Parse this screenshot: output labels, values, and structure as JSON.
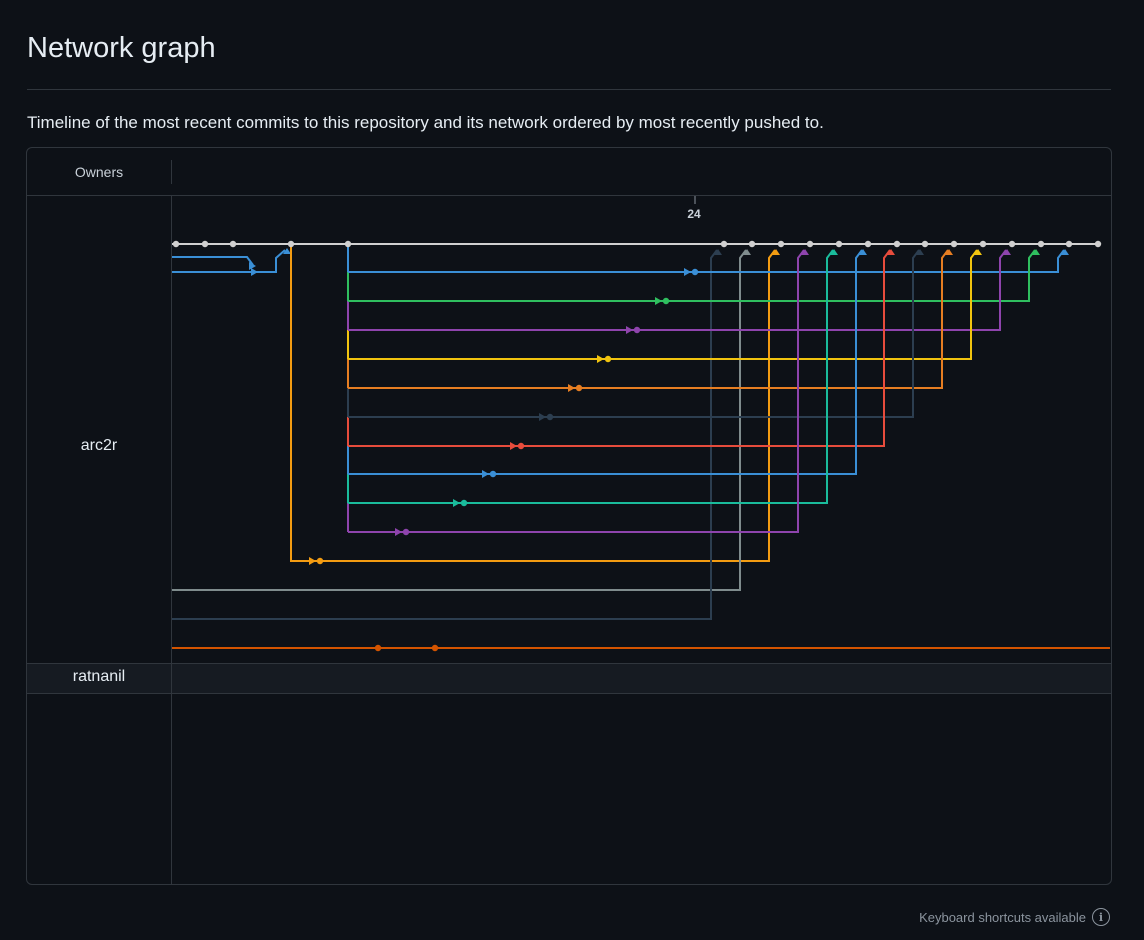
{
  "header": {
    "title": "Network graph",
    "description": "Timeline of the most recent commits to this repository and its network ordered by most recently pushed to."
  },
  "graph": {
    "owners_header": "Owners",
    "owners": [
      "arc2r",
      "ratnanil"
    ],
    "date_marker": "24",
    "colors": {
      "main": "#d0d0d0",
      "blue": "#3a8fd6",
      "green": "#2fbf5f",
      "purple": "#8e44ad",
      "yellow": "#f1c40f",
      "orange": "#e67e22",
      "slate": "#2c3e50",
      "red": "#e74c3c",
      "teal": "#1abc9c",
      "amber": "#f39c12",
      "gray": "#7f8c8d",
      "rust": "#d35400"
    }
  },
  "footer": {
    "shortcuts_label": "Keyboard shortcuts available",
    "info_icon": "info-icon"
  }
}
